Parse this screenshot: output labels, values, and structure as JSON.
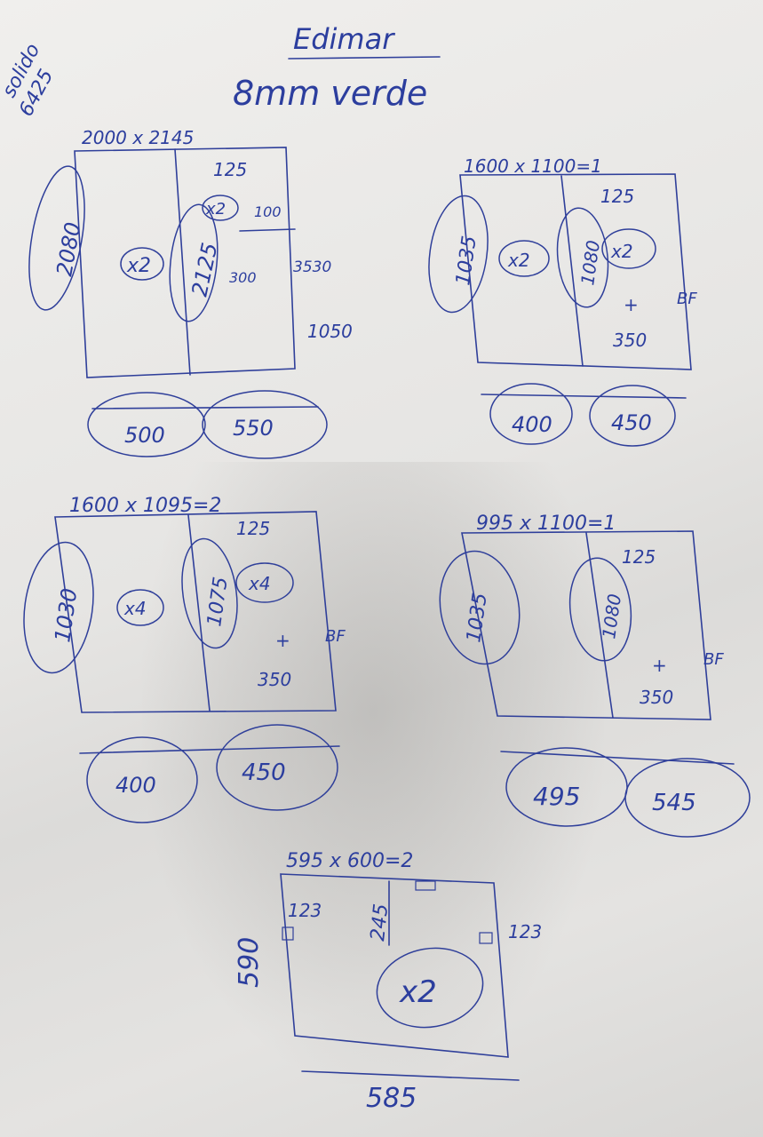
{
  "header": {
    "client": "Edimar",
    "spec": "8mm verde",
    "corner_note": [
      "solido",
      "6425"
    ]
  },
  "panels": [
    {
      "title": "2000 x 2145",
      "height_left": "2080",
      "height_right": "2125",
      "qty_left": "x2",
      "qty_right": "x2",
      "top_gap": "125",
      "notes": [
        "100",
        "300",
        "3530",
        "1050"
      ],
      "width_left": "500",
      "width_right": "550"
    },
    {
      "title": "1600 x 1100=1",
      "height_left": "1035",
      "height_right": "1080",
      "qty_left": "x2",
      "qty_right": "x2",
      "top_gap": "125",
      "hinge": "BF",
      "hinge_pos": "350",
      "width_left": "400",
      "width_right": "450"
    },
    {
      "title": "1600 x 1095=2",
      "height_left": "1030",
      "height_right": "1075",
      "qty_left": "x4",
      "qty_right": "x4",
      "top_gap": "125",
      "hinge": "BF",
      "hinge_pos": "350",
      "width_left": "400",
      "width_right": "450"
    },
    {
      "title": "995 x 1100=1",
      "height_left": "1035",
      "height_right": "1080",
      "top_gap": "125",
      "hinge": "BF",
      "hinge_pos": "350",
      "width_left": "495",
      "width_right": "545"
    },
    {
      "title": "595 x 600=2",
      "height": "590",
      "inner_height": "245",
      "side_left": "123",
      "side_right": "123",
      "qty": "x2",
      "width": "585"
    }
  ],
  "colors": {
    "ink": "#2c3e9e",
    "paper": "#e9e8e6"
  }
}
